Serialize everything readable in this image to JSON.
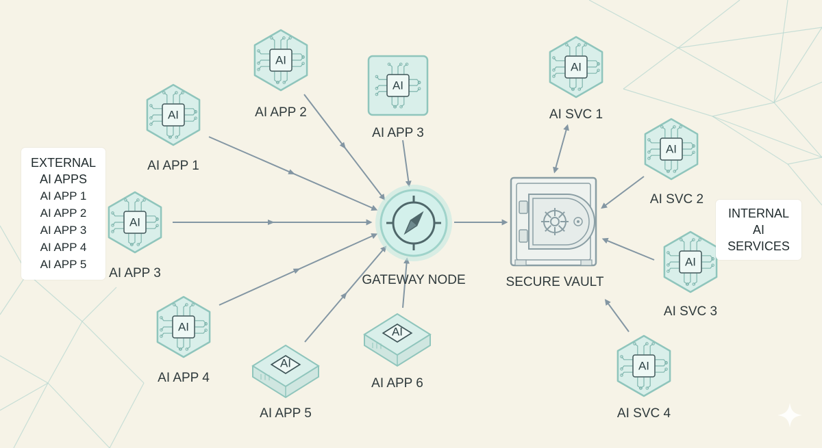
{
  "colors": {
    "background": "#f6f3e7",
    "node_fill": "#d9efea",
    "node_stroke": "#8fc5bc",
    "circuit": "#7fb5ad",
    "chip_fill": "#eef8f5",
    "arrow": "#8396a3",
    "gateway_glow": "#bfe8e1",
    "text": "#2f3a3c",
    "network_lines": "#b4d6cf"
  },
  "external_legend": {
    "title": "EXTERNAL AI APPS",
    "items": [
      "AI APP 1",
      "AI APP 2",
      "AI APP 3",
      "AI APP 4",
      "AI APP 5"
    ]
  },
  "internal_legend": {
    "title": "INTERNAL AI SERVICES"
  },
  "gateway": {
    "label": "GATEWAY NODE",
    "icon": "compass-icon"
  },
  "vault": {
    "label": "SECURE VAULT",
    "icon": "vault-icon"
  },
  "nodes": [
    {
      "id": "app1",
      "chip": "AI",
      "label": "AI APP 1",
      "shape": "hexagon",
      "group": "external"
    },
    {
      "id": "app2",
      "chip": "AI",
      "label": "AI APP 2",
      "shape": "hexagon",
      "group": "external"
    },
    {
      "id": "app3-top",
      "chip": "AI",
      "label": "AI APP 3",
      "shape": "square",
      "group": "external"
    },
    {
      "id": "app3-left",
      "chip": "AI",
      "label": "AI APP 3",
      "shape": "hexagon",
      "group": "external"
    },
    {
      "id": "app4",
      "chip": "AI",
      "label": "AI APP 4",
      "shape": "hexagon",
      "group": "external"
    },
    {
      "id": "app5",
      "chip": "AI",
      "label": "AI APP 5",
      "shape": "tile",
      "group": "external"
    },
    {
      "id": "app6",
      "chip": "AI",
      "label": "AI APP 6",
      "shape": "tile",
      "group": "external"
    },
    {
      "id": "svc1",
      "chip": "AI",
      "label": "AI SVC 1",
      "shape": "hexagon",
      "group": "internal"
    },
    {
      "id": "svc2",
      "chip": "AI",
      "label": "AI SVC 2",
      "shape": "hexagon",
      "group": "internal"
    },
    {
      "id": "svc3",
      "chip": "AI",
      "label": "AI SVC 3",
      "shape": "hexagon",
      "group": "internal"
    },
    {
      "id": "svc4",
      "chip": "AI",
      "label": "AI SVC 4",
      "shape": "hexagon",
      "group": "internal"
    }
  ],
  "edges": [
    {
      "from": "app1",
      "to": "gateway"
    },
    {
      "from": "app2",
      "to": "gateway"
    },
    {
      "from": "app3-top",
      "to": "gateway"
    },
    {
      "from": "app3-left",
      "to": "gateway"
    },
    {
      "from": "app4",
      "to": "gateway"
    },
    {
      "from": "app5",
      "to": "gateway"
    },
    {
      "from": "app6",
      "to": "gateway"
    },
    {
      "from": "gateway",
      "to": "vault"
    },
    {
      "from": "svc1",
      "to": "vault",
      "bidirectional": true
    },
    {
      "from": "svc2",
      "to": "vault"
    },
    {
      "from": "svc3",
      "to": "vault"
    },
    {
      "from": "svc4",
      "to": "vault"
    }
  ]
}
